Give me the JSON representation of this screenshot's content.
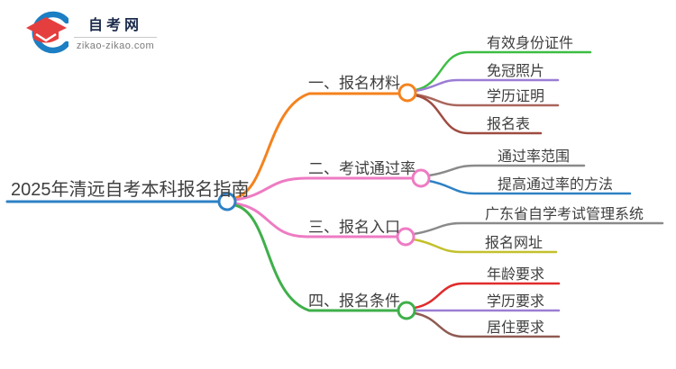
{
  "logo": {
    "title": "自考网",
    "domain": "zikao-zikao.com",
    "icon": "graduation-cap-crescent-icon",
    "colors": {
      "crescent_blue": "#1c7ec3",
      "cap_red": "#e53e3e",
      "title_navy": "#1b2b4b"
    }
  },
  "mindmap": {
    "root": {
      "label": "2025年清远自考本科报名指南",
      "color": "#2e81c4"
    },
    "branches": [
      {
        "label": "一、报名材料",
        "color": "#f5821e",
        "children": [
          {
            "label": "有效身份证件",
            "color": "#3cbe44"
          },
          {
            "label": "免冠照片",
            "color": "#9b7dd4"
          },
          {
            "label": "学历证明",
            "color": "#a9655c"
          },
          {
            "label": "报名表",
            "color": "#9e4c41"
          }
        ]
      },
      {
        "label": "二、考试通过率",
        "color": "#ee7bc3",
        "children": [
          {
            "label": "通过率范围",
            "color": "#8a8a8a"
          },
          {
            "label": "提高通过率的方法",
            "color": "#2e81c4"
          }
        ]
      },
      {
        "label": "三、报名入口",
        "color": "#ee7bc3",
        "children": [
          {
            "label": "广东省自学考试管理系统",
            "color": "#8a8a8a"
          },
          {
            "label": "报名网址",
            "color": "#c3c02b"
          }
        ]
      },
      {
        "label": "四、报名条件",
        "color": "#3faf4a",
        "children": [
          {
            "label": "年龄要求",
            "color": "#e02b2b"
          },
          {
            "label": "学历要求",
            "color": "#9b7dd4"
          },
          {
            "label": "居住要求",
            "color": "#8f5b52"
          }
        ]
      }
    ]
  }
}
